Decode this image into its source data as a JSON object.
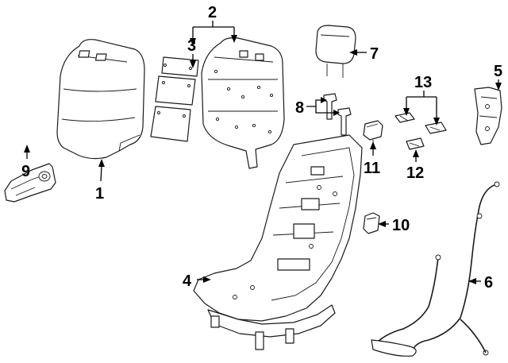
{
  "diagram": {
    "callouts": [
      "1",
      "2",
      "3",
      "4",
      "5",
      "6",
      "7",
      "8",
      "9",
      "10",
      "11",
      "12",
      "13"
    ],
    "colors": {
      "ink": "#1a1a1a",
      "background": "#ffffff"
    }
  }
}
